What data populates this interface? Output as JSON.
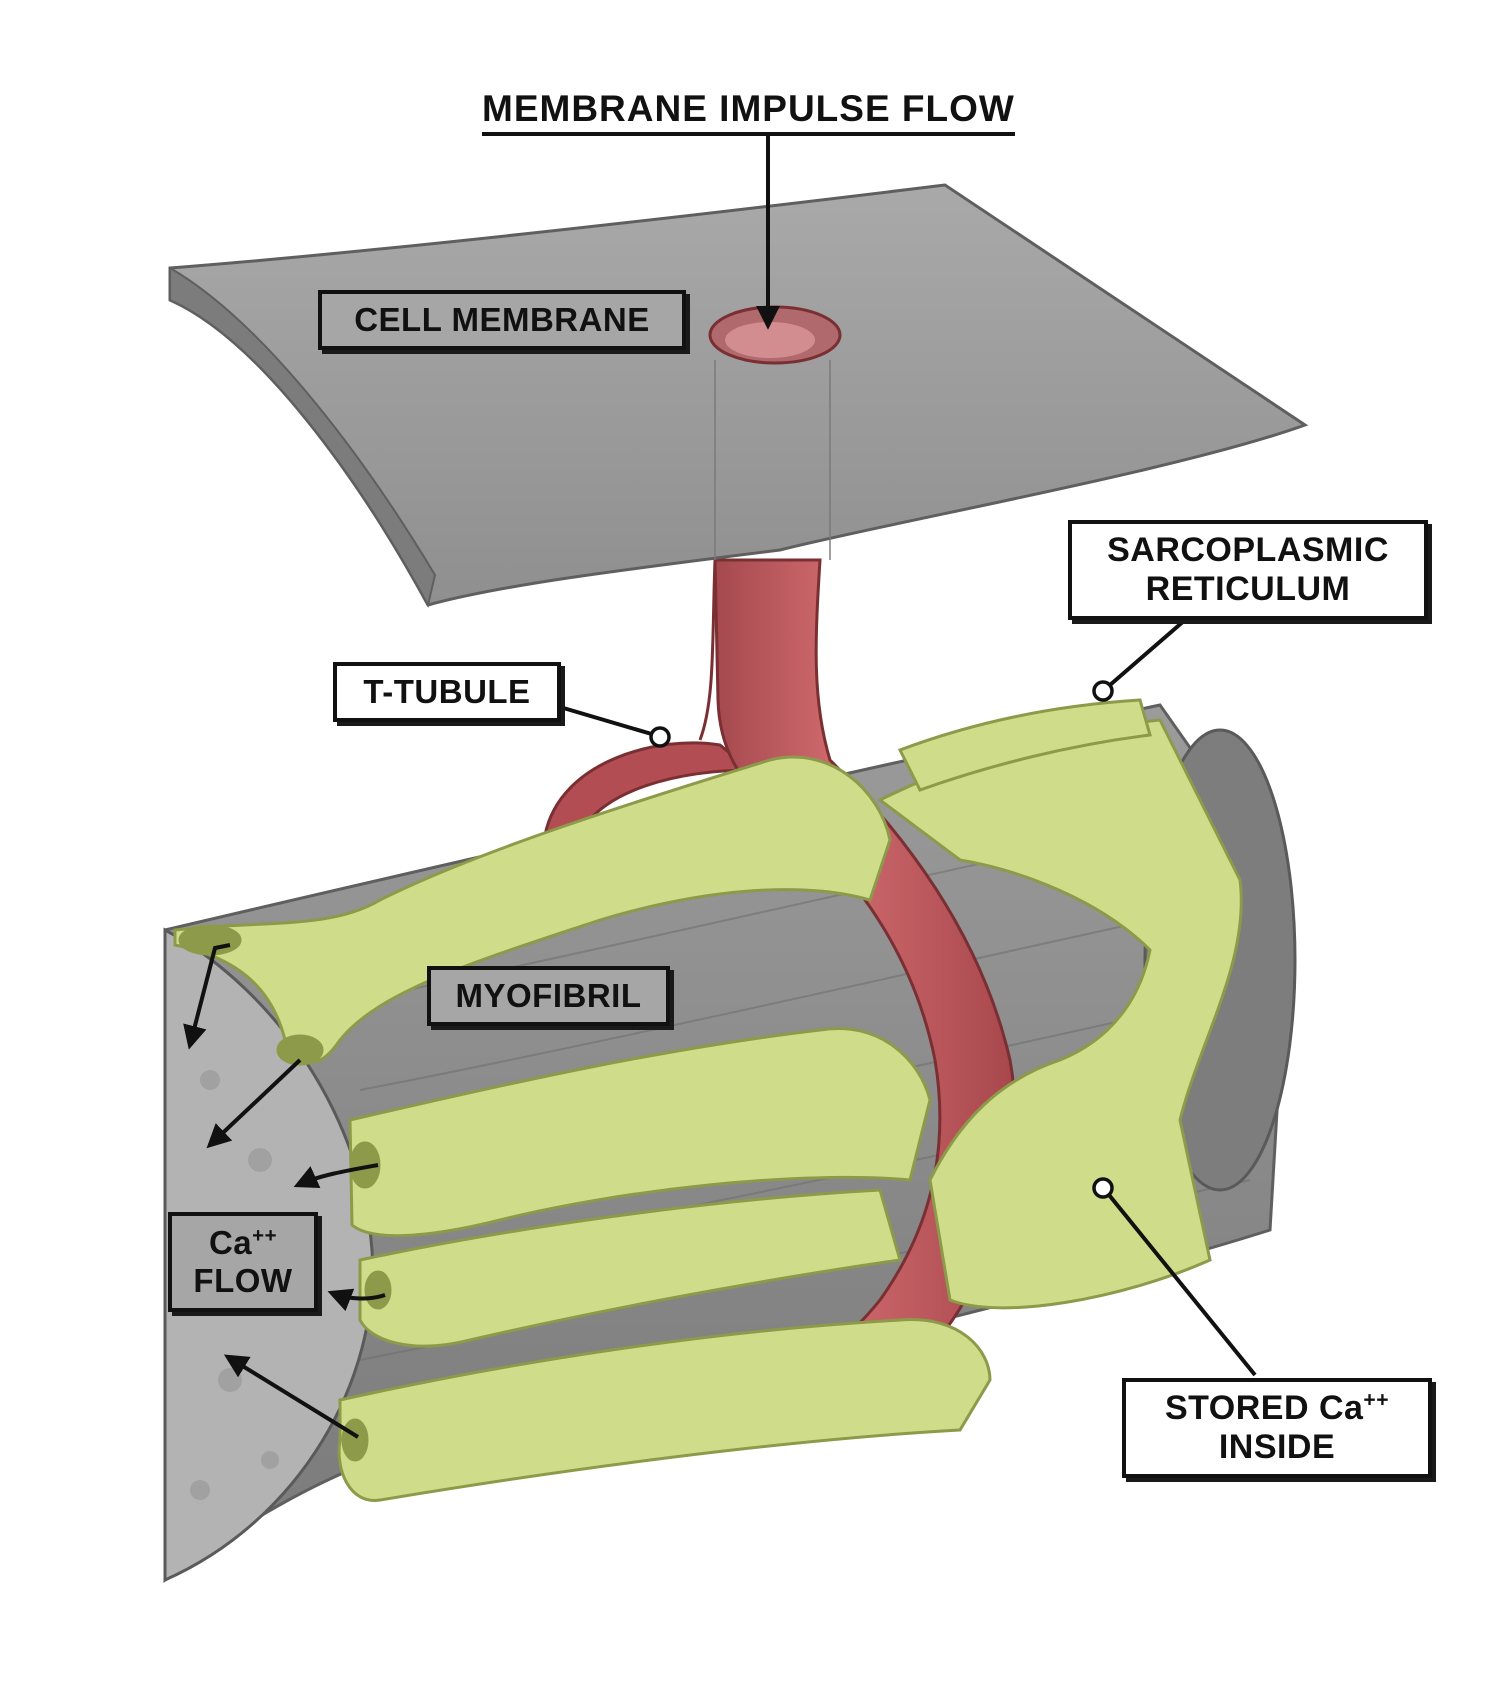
{
  "title": "MEMBRANE IMPULSE FLOW",
  "labels": {
    "cell_membrane": "CELL MEMBRANE",
    "t_tubule": "T-TUBULE",
    "sarcoplasmic_line1": "SARCOPLASMIC",
    "sarcoplasmic_line2": "RETICULUM",
    "myofibril": "MYOFIBRIL",
    "ca_base": "Ca",
    "ca_charge": "++",
    "ca_flow": "FLOW",
    "stored_base": "STORED Ca",
    "stored_charge": "++",
    "stored_inside": "INSIDE"
  },
  "colors": {
    "membrane": "#9d9d9d",
    "membrane_dark": "#7c7c7c",
    "myofibril": "#8e8e8e",
    "myofibril_end": "#b5b5b5",
    "t_tubule": "#c0585c",
    "t_tubule_dark": "#8f3a3e",
    "sarcoplasmic_reticulum": "#cfdd8a",
    "sarcoplasmic_outline": "#8c9a4a",
    "label_gray": "#a6a6a6",
    "outline": "#111111"
  }
}
